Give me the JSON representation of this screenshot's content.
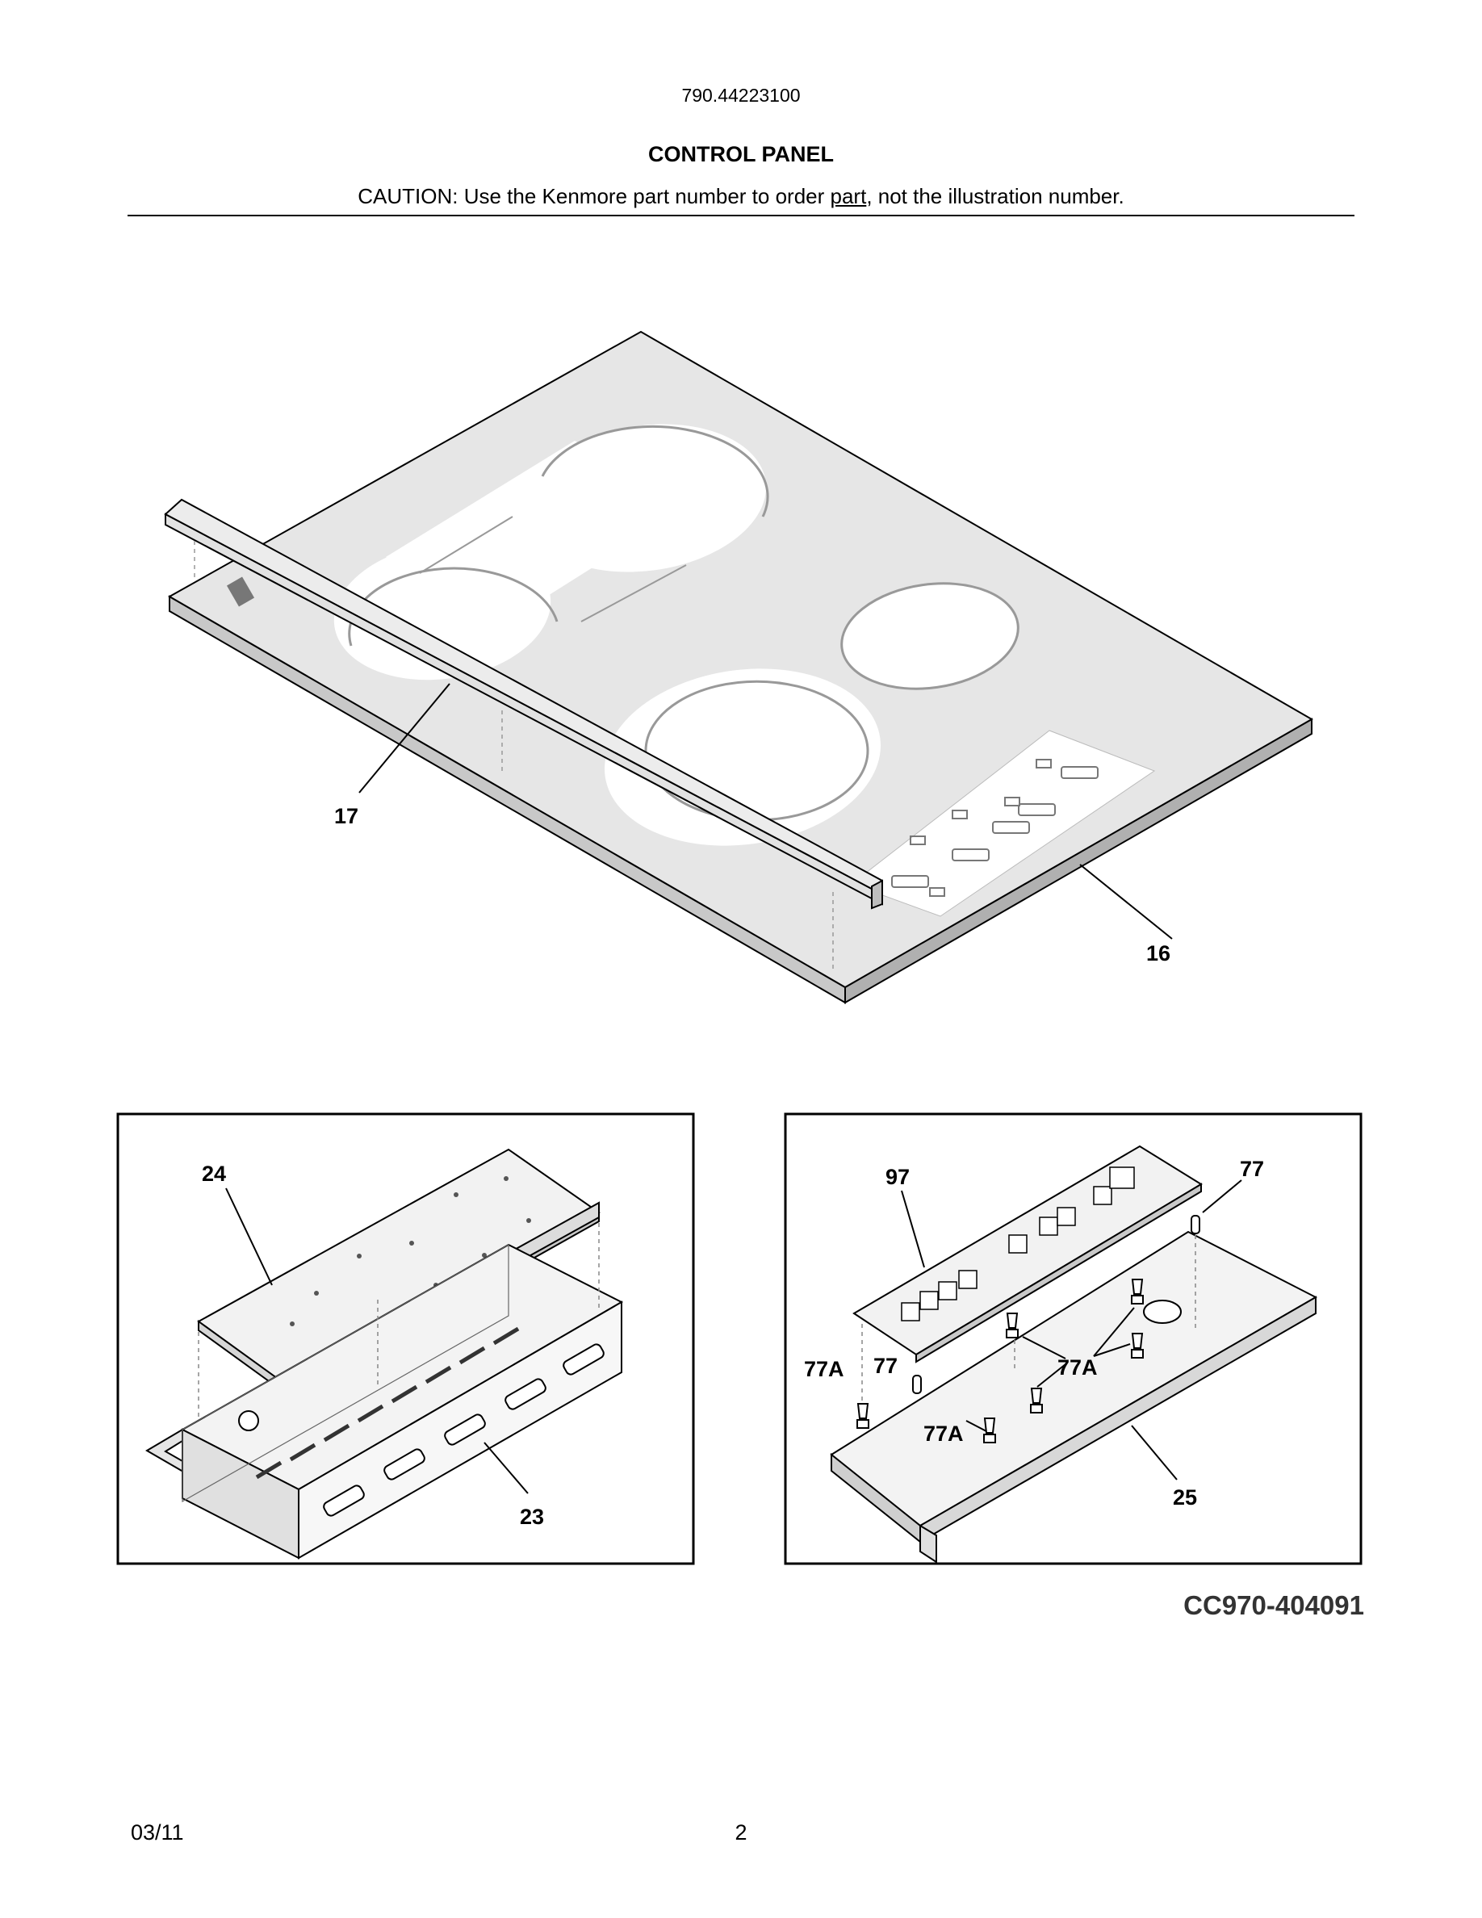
{
  "header": {
    "model": "790.44223100",
    "title": "CONTROL PANEL",
    "caution_pre": "CAUTION: Use the Kenmore part number to order ",
    "caution_part": "part",
    "caution_post": ", not the illustration number."
  },
  "callouts": {
    "c16": "16",
    "c17": "17",
    "c24": "24",
    "c23": "23",
    "c97": "97",
    "c77_top": "77",
    "c77a_left": "77A",
    "c77_mid": "77",
    "c77a_right": "77A",
    "c77a_bottom": "77A",
    "c25": "25"
  },
  "figure_code": "CC970-404091",
  "footer": {
    "date": "03/11",
    "page": "2"
  }
}
